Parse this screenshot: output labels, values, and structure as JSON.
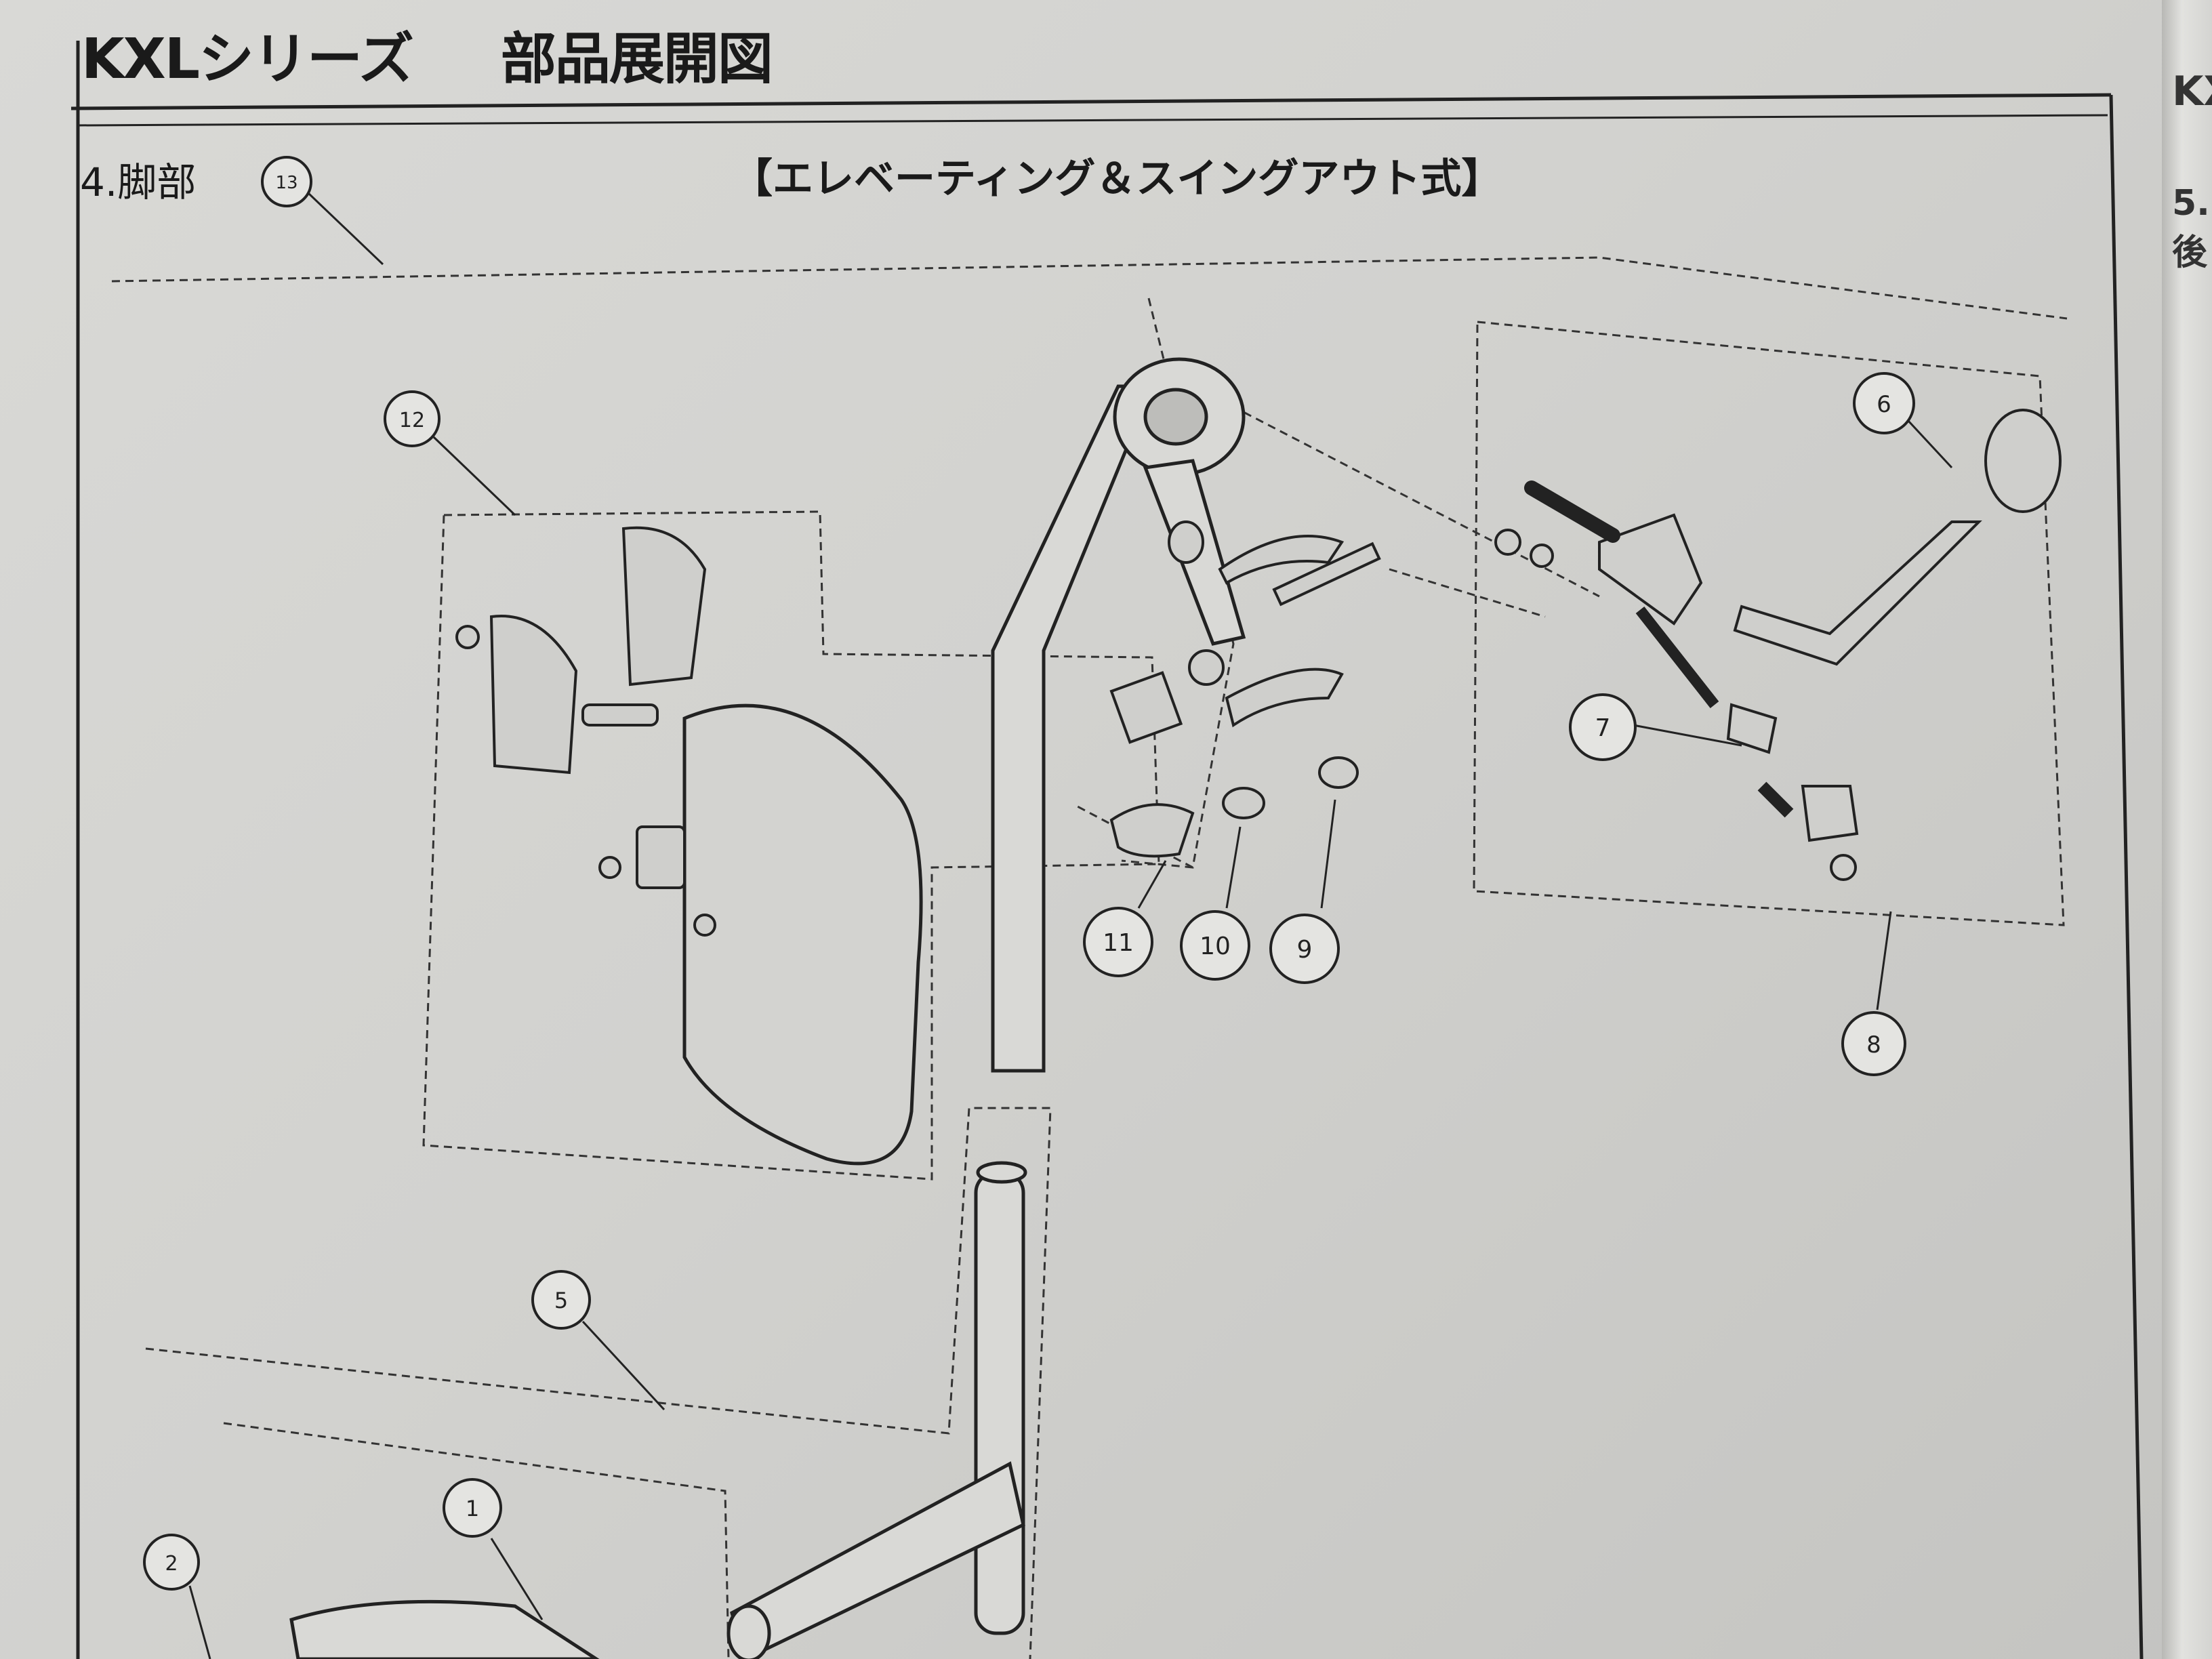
{
  "header": {
    "series": "KXLシリーズ",
    "title": "部品展開図"
  },
  "section": {
    "label": "4.脚部",
    "subtitle": "【エレベーティング＆スイングアウト式】"
  },
  "next_page": {
    "label_top": "KX",
    "label_bottom": "5.後"
  },
  "callouts": [
    "13",
    "12",
    "6",
    "7",
    "8",
    "11",
    "10",
    "9",
    "5",
    "1",
    "2"
  ],
  "colors": {
    "ink": "#222222",
    "paper": "#d6d6d3"
  }
}
